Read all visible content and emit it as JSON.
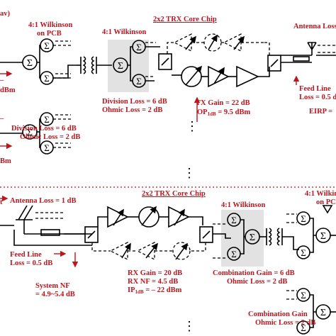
{
  "top": {
    "edge_label": "av)",
    "wilk_pcb_line1": "4:1 Wilkinson",
    "wilk_pcb_line2": "on PCB",
    "wilk_chip": "4:1 Wilkinson",
    "core_chip_title": "2x2 TRX Core Chip",
    "antenna_loss": "Antenna Loss",
    "div_loss_right": "Division Loss = 6 dB",
    "ohmic_loss_right": "Ohmic Loss = 2 dB",
    "tx_gain": "TX Gain = 22 dB",
    "op1db": "OP",
    "op1db_sub": "1dB",
    "op1db_val": " = 9.5 dBm",
    "feed_line_1": "Feed Line",
    "feed_line_2": "Loss = 0.5 d",
    "eirp": "EIRP = ",
    "left_dbm_1": "dBm",
    "div_loss_left": "Division Loss = 6 dB",
    "ohmic_loss_left": "Ohmic Loss = 2 dB",
    "left_dbm_2": "Bm",
    "left_dash_1": "–",
    "left_dash_2": "–"
  },
  "bottom": {
    "left_mark": "t",
    "antenna_loss": "Antenna Loss = 1 dB",
    "core_chip_title": "2x2 TRX Core Chip",
    "wilk_chip": "4:1 Wilkinson",
    "wilk_pcb_line1": "4:1 Wilkin",
    "wilk_pcb_line2": "on PCB",
    "feed_line_1": "Feed Line",
    "feed_line_2": "Loss = 0.5 dB",
    "system_nf_1": "System NF",
    "system_nf_2": "= 4.9~5.4 dB",
    "rx_gain": "RX Gain = 20 dB",
    "rx_nf": "RX NF = 4.5 dB",
    "ip1db": "IP",
    "ip1db_sub": "1dB",
    "ip1db_val": " = – 22 dBm",
    "comb_gain": "Combination Gain = 6 dB",
    "ohmic_loss": "Ohmic Loss = 2 dB",
    "comb_gain_right": "Combination Gain",
    "ohmic_loss_right": "Ohmic Loss = 2 dB"
  },
  "symbols": {
    "sigma": "Σ",
    "dots": "⋮"
  }
}
